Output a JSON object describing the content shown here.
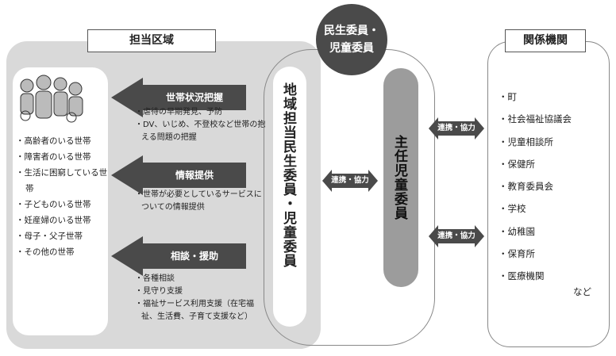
{
  "area": {
    "header": "担当区域",
    "households": [
      "・高齢者のいる世帯",
      "・障害者のいる世帯",
      "・生活に困窮している世帯",
      "・子どものいる世帯",
      "・妊産婦のいる世帯",
      "・母子・父子世帯",
      "・その他の世帯"
    ]
  },
  "roles": [
    {
      "label": "世帯状況把握",
      "items": [
        "・虐待の早期発見、予防",
        "・DV、いじめ、不登校など世帯の抱える問題の把握"
      ]
    },
    {
      "label": "情報提供",
      "items": [
        "・世帯が必要としているサービスについての情報提供"
      ]
    },
    {
      "label": "相談・援助",
      "items": [
        "・各種相談",
        "・見守り支援",
        "・福祉サービス利用支援（在宅福祉、生活費、子育て支援など）"
      ]
    }
  ],
  "center": {
    "title_line1": "民生委員・",
    "title_line2": "児童委員",
    "local": "地域担当民生委員・児童委員",
    "chief": "主任児童委員",
    "link_label": "連携・協力"
  },
  "agencies": {
    "header": "関係機関",
    "items": [
      "・町",
      "・社会福祉協議会",
      "・児童相談所",
      "・保健所",
      "・教育委員会",
      "・学校",
      "・幼稚園",
      "・保育所",
      "・医療機関"
    ],
    "etc": "など"
  },
  "colors": {
    "area_bg": "#d9d9d9",
    "arrow": "#4a4a4a",
    "circle": "#4a4a4a",
    "chief_pill": "#9c9c9c"
  }
}
